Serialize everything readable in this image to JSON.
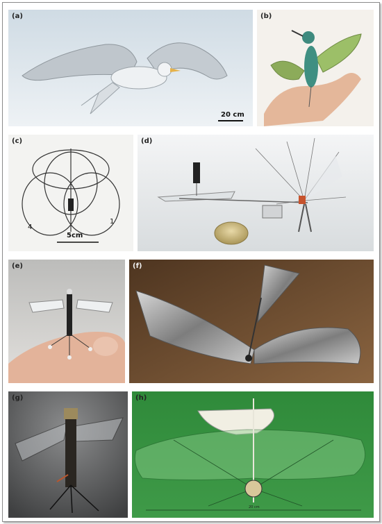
{
  "figure": {
    "panels": [
      {
        "id": "a",
        "label": "(a)",
        "scale": "20 cm"
      },
      {
        "id": "b",
        "label": "(b)"
      },
      {
        "id": "c",
        "label": "(c)",
        "scale": "5cm",
        "marks": [
          "4",
          "1"
        ]
      },
      {
        "id": "d",
        "label": "(d)"
      },
      {
        "id": "e",
        "label": "(e)"
      },
      {
        "id": "f",
        "label": "(f)"
      },
      {
        "id": "g",
        "label": "(g)"
      },
      {
        "id": "h",
        "label": "(h)",
        "scale": "20 cm"
      }
    ]
  },
  "colors": {
    "sky": "#d7e2ea",
    "paper": "#f2f2f0",
    "brown_bg": "#6a4a2c",
    "green_bg": "#2f8a3a",
    "grey_bg": "#6e6f70"
  }
}
